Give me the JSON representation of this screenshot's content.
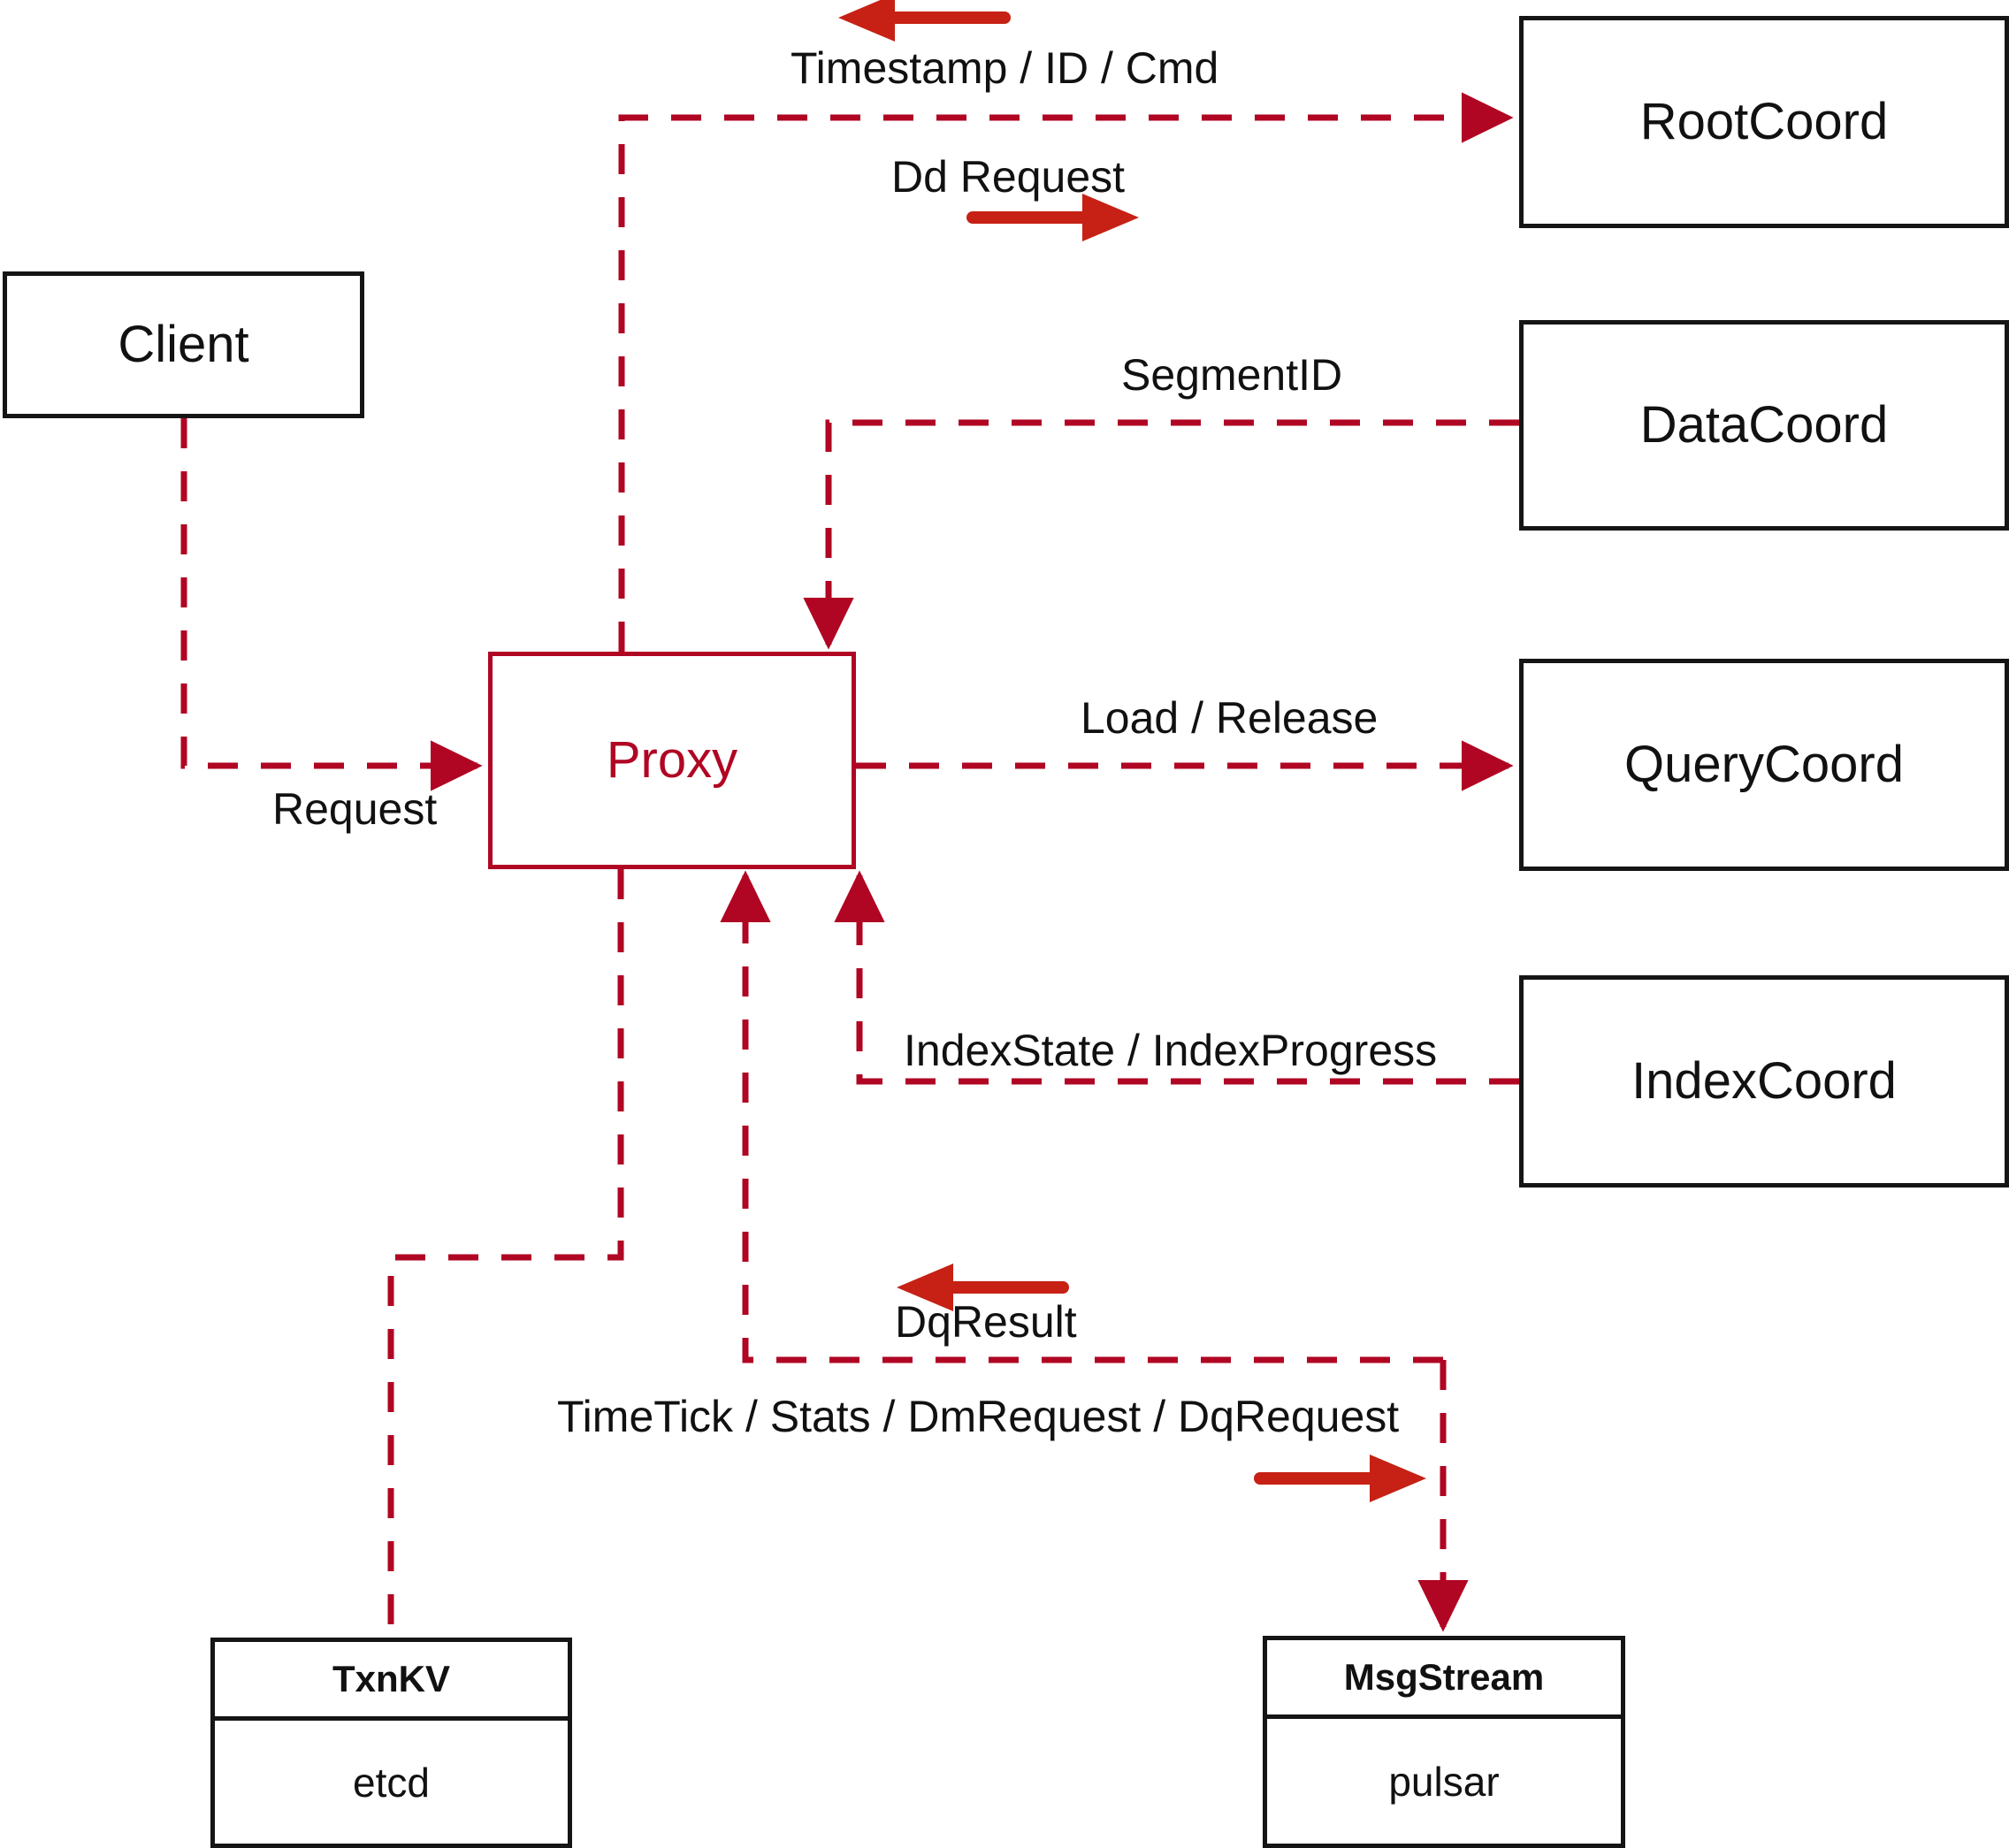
{
  "diagram": {
    "title": "Milvus Proxy interaction diagram",
    "colors": {
      "accent": "#b00623",
      "arrow_solid": "#c62114",
      "box_border": "#151515",
      "text": "#111111",
      "background": "#ffffff"
    }
  },
  "nodes": {
    "client": {
      "label": "Client"
    },
    "proxy": {
      "label": "Proxy"
    },
    "rootcoord": {
      "label": "RootCoord"
    },
    "datacoord": {
      "label": "DataCoord"
    },
    "querycoord": {
      "label": "QueryCoord"
    },
    "indexcoord": {
      "label": "IndexCoord"
    },
    "txnkv": {
      "head": "TxnKV",
      "body": "etcd"
    },
    "msgstream": {
      "head": "MsgStream",
      "body": "pulsar"
    }
  },
  "edge_labels": {
    "timestamp_id_cmd": "Timestamp / ID / Cmd",
    "dd_request": "Dd Request",
    "segment_id": "SegmentID",
    "load_release": "Load / Release",
    "index_state_progress": "IndexState / IndexProgress",
    "request": "Request",
    "dq_result": "DqResult",
    "timetick_stats": "TimeTick / Stats / DmRequest / DqRequest"
  },
  "flows": [
    {
      "from": "Proxy",
      "to": "RootCoord",
      "labels": [
        "Timestamp / ID / Cmd",
        "Dd Request"
      ],
      "direction": "bidirectional"
    },
    {
      "from": "DataCoord",
      "to": "Proxy",
      "labels": [
        "SegmentID"
      ],
      "direction": "to-proxy"
    },
    {
      "from": "Proxy",
      "to": "QueryCoord",
      "labels": [
        "Load / Release"
      ],
      "direction": "from-proxy"
    },
    {
      "from": "IndexCoord",
      "to": "Proxy",
      "labels": [
        "IndexState / IndexProgress"
      ],
      "direction": "to-proxy"
    },
    {
      "from": "Client",
      "to": "Proxy",
      "labels": [
        "Request"
      ],
      "direction": "from-proxy"
    },
    {
      "from": "Proxy",
      "to": "TxnKV",
      "labels": [],
      "direction": "from-proxy"
    },
    {
      "from": "Proxy",
      "to": "MsgStream",
      "labels": [
        "DqResult",
        "TimeTick / Stats / DmRequest / DqRequest"
      ],
      "direction": "bidirectional"
    }
  ]
}
